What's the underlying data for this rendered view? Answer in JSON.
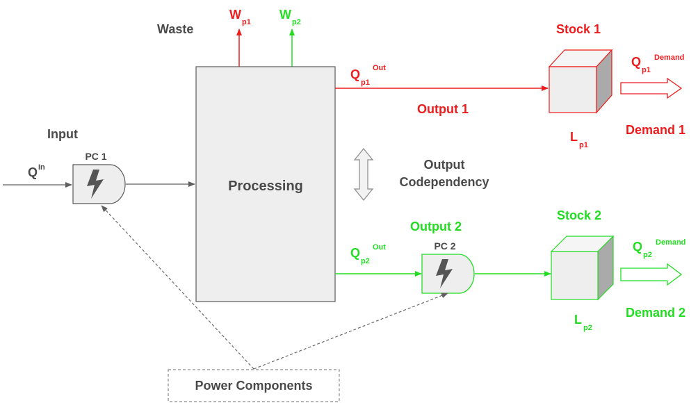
{
  "colors": {
    "red": "#ee1c1c",
    "green": "#22dd22",
    "dark": "#4a4a4a",
    "box_fill": "#eeeeee",
    "line_grey": "#7f7f7f"
  },
  "labels": {
    "waste": "Waste",
    "wp1": {
      "main": "W",
      "sub": "p1"
    },
    "wp2": {
      "main": "W",
      "sub": "p2"
    },
    "input": "Input",
    "qin": {
      "main": "Q",
      "sup": "In"
    },
    "pc1": "PC 1",
    "pc2": "PC 2",
    "processing": "Processing",
    "output_codependency": [
      "Output",
      "Codependency"
    ],
    "qp1_out": {
      "main": "Q",
      "sub": "p1",
      "sup": "Out"
    },
    "output1": "Output 1",
    "stock1": "Stock 1",
    "lp1": {
      "main": "L",
      "sub": "p1"
    },
    "qp1_demand": {
      "main": "Q",
      "sub": "p1",
      "sup": "Demand"
    },
    "demand1": "Demand 1",
    "qp2_out": {
      "main": "Q",
      "sub": "p2",
      "sup": "Out"
    },
    "output2": "Output  2",
    "stock2": "Stock 2",
    "lp2": {
      "main": "L",
      "sub": "p2"
    },
    "qp2_demand": {
      "main": "Q",
      "sub": "p2",
      "sup": "Demand"
    },
    "demand2": "Demand 2",
    "power_components": "Power Components"
  },
  "icons": {
    "pc1": "lightning-bolt-icon",
    "pc2": "lightning-bolt-icon",
    "codependency": "double-arrow-icon"
  }
}
